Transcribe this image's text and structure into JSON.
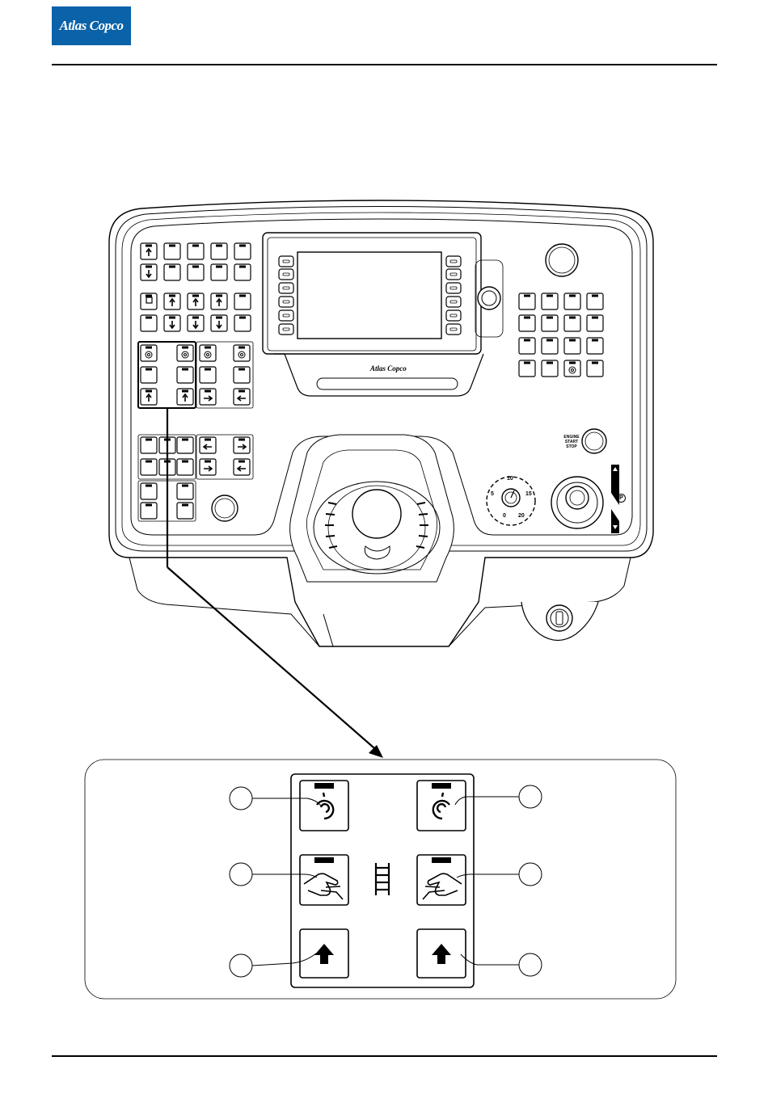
{
  "header": {
    "brand_logo_text": "Atlas Copco",
    "brand_color": "#0a62a8"
  },
  "panel": {
    "screen_brand": "Atlas Copco",
    "engine_label_line1": "ENGINE",
    "engine_label_line2": "START",
    "engine_label_line3": "STOP",
    "dial_values": [
      "10",
      "5",
      "15",
      "0",
      "20"
    ],
    "park_symbol": "P"
  },
  "detail": {
    "button_icons": [
      "drill-rotation-icon",
      "drill-rotation-icon",
      "hand-boom-icon",
      "hand-boom-icon",
      "arrow-up-icon",
      "arrow-up-icon"
    ],
    "center_icon": "ladder-icon",
    "callout_count": 6
  }
}
